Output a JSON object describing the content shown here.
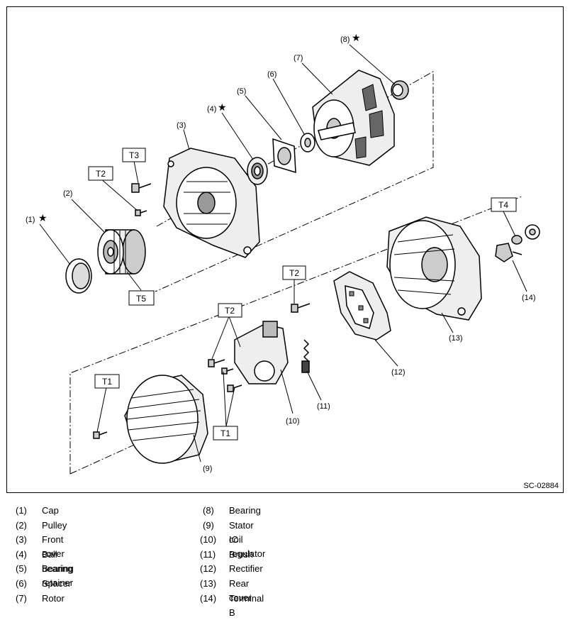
{
  "diagram_code": "SC-02884",
  "callouts": {
    "c1": "(1)",
    "c2": "(2)",
    "c3": "(3)",
    "c4": "(4)",
    "c5": "(5)",
    "c6": "(6)",
    "c7": "(7)",
    "c8": "(8)",
    "c9": "(9)",
    "c10": "(10)",
    "c11": "(11)",
    "c12": "(12)",
    "c13": "(13)",
    "c14": "(14)"
  },
  "star_symbol": "★",
  "torque_tags": {
    "t1a": "T1",
    "t1b": "T1",
    "t2a": "T2",
    "t2b": "T2",
    "t2c": "T2",
    "t3": "T3",
    "t4": "T4",
    "t5": "T5"
  },
  "legend": {
    "left": [
      {
        "num": "(1)",
        "name": "Cap"
      },
      {
        "num": "(2)",
        "name": "Pulley"
      },
      {
        "num": "(3)",
        "name": "Front cover"
      },
      {
        "num": "(4)",
        "name": "Ball bearing"
      },
      {
        "num": "(5)",
        "name": "Bearing retainer"
      },
      {
        "num": "(6)",
        "name": "Spacer"
      },
      {
        "num": "(7)",
        "name": "Rotor"
      }
    ],
    "right": [
      {
        "num": "(8)",
        "name": "Bearing"
      },
      {
        "num": "(9)",
        "name": "Stator coil"
      },
      {
        "num": "(10)",
        "name": "IC regulator"
      },
      {
        "num": "(11)",
        "name": "Brush"
      },
      {
        "num": "(12)",
        "name": "Rectifier"
      },
      {
        "num": "(13)",
        "name": "Rear cover"
      },
      {
        "num": "(14)",
        "name": "Terminal B"
      }
    ]
  }
}
